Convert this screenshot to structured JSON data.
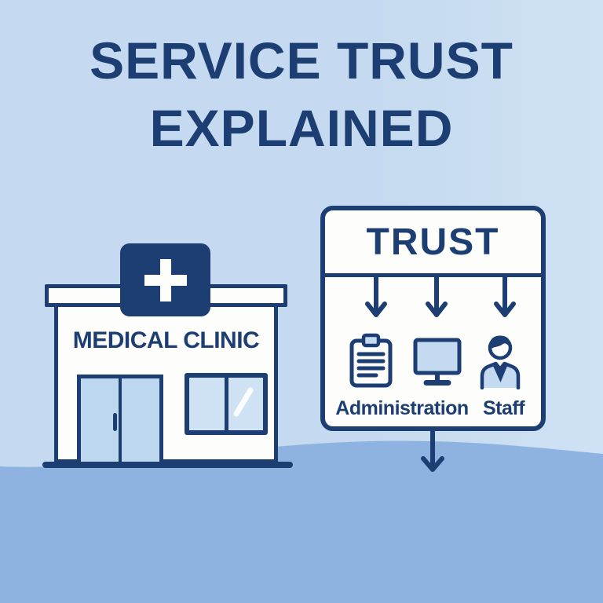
{
  "title": {
    "line1": "SERVICE TRUST",
    "line2": "EXPLAINED"
  },
  "clinic": {
    "name": "MEDICAL CLINIC",
    "sign_icon": "medical-cross-icon"
  },
  "trust_panel": {
    "title": "TRUST",
    "branch_icons": [
      "clipboard-icon",
      "monitor-icon",
      "person-icon"
    ],
    "labels": {
      "administration": "Administration",
      "staff": "Staff"
    },
    "flow_icon": "arrow-down-icon"
  },
  "colors": {
    "navy": "#1d3e73",
    "background": "#c5daf0",
    "background_right": "#cfe1f4",
    "ground": "#8fb3e0",
    "white": "#fdfdfb",
    "door_blue": "#bdd7ef",
    "window_blue": "#cfe2f4",
    "icon_blue": "#c3daf0"
  }
}
